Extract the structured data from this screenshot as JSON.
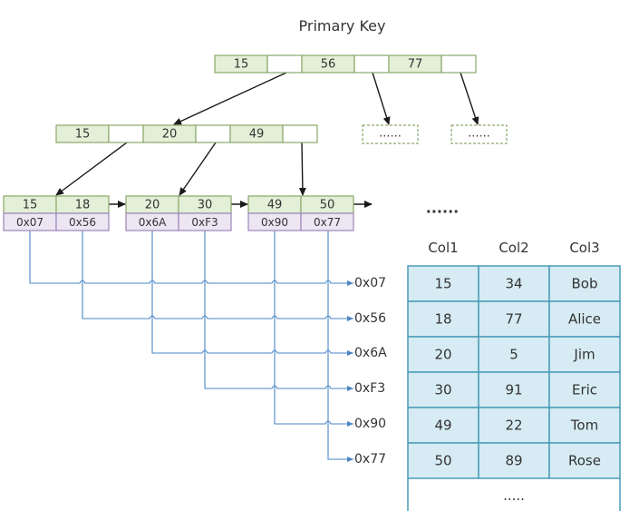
{
  "title": "Primary Key",
  "root": [
    "15",
    "56",
    "77"
  ],
  "internal": [
    "15",
    "20",
    "49"
  ],
  "placeholder_text": "......",
  "leaves": [
    {
      "keys": [
        "15",
        "18"
      ],
      "addrs": [
        "0x07",
        "0x56"
      ]
    },
    {
      "keys": [
        "20",
        "30"
      ],
      "addrs": [
        "0x6A",
        "0xF3"
      ]
    },
    {
      "keys": [
        "49",
        "50"
      ],
      "addrs": [
        "0x90",
        "0x77"
      ]
    }
  ],
  "leaf_ellipsis": "......",
  "pointers": [
    "0x07",
    "0x56",
    "0x6A",
    "0xF3",
    "0x90",
    "0x77"
  ],
  "table": {
    "headers": [
      "Col1",
      "Col2",
      "Col3"
    ],
    "rows": [
      [
        "15",
        "34",
        "Bob"
      ],
      [
        "18",
        "77",
        "Alice"
      ],
      [
        "20",
        "5",
        "Jim"
      ],
      [
        "30",
        "91",
        "Eric"
      ],
      [
        "49",
        "22",
        "Tom"
      ],
      [
        "50",
        "89",
        "Rose"
      ]
    ],
    "footer": "....."
  },
  "colors": {
    "node_fill": "#e3efd6",
    "node_border": "#8aa86a",
    "addr_fill": "#ece6f3",
    "addr_border": "#9b86b8",
    "line_blue": "#4a86c5",
    "table_fill": "#d6ebf3",
    "table_border": "#4a9cb8",
    "arrow": "#1a1a1a"
  }
}
